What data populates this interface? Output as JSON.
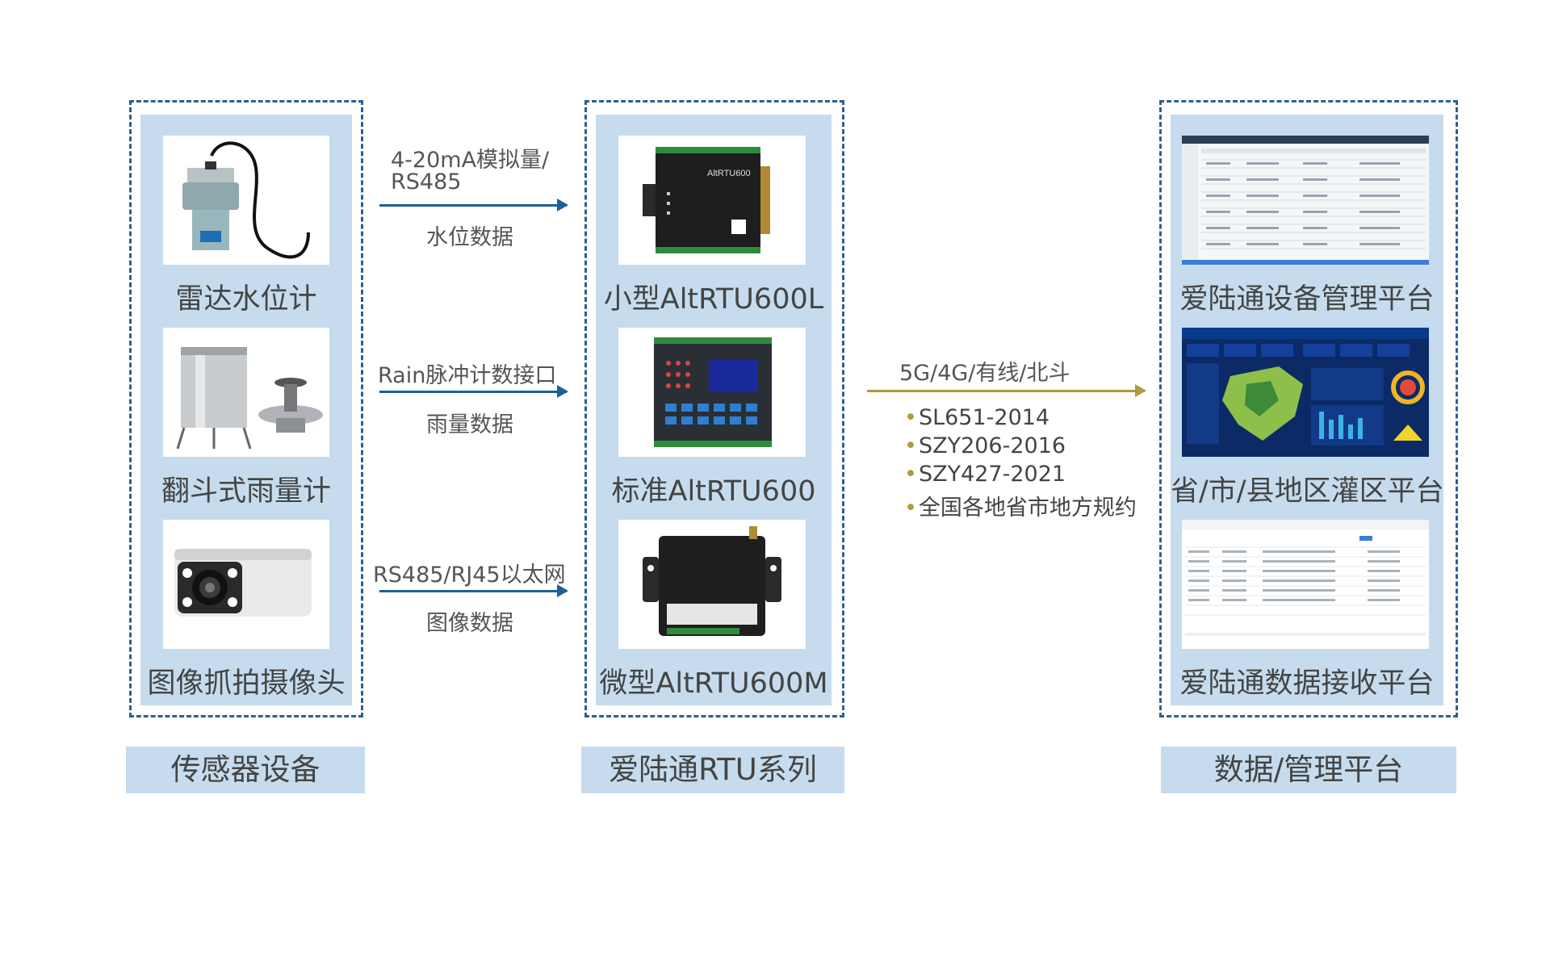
{
  "columns": {
    "sensors": {
      "footer": "传感器设备",
      "items": [
        {
          "label": "雷达水位计",
          "icon": "radar-level-sensor-icon"
        },
        {
          "label": "翻斗式雨量计",
          "icon": "tipping-bucket-rain-gauge-icon"
        },
        {
          "label": "图像抓拍摄像头",
          "icon": "snapshot-camera-icon"
        }
      ]
    },
    "rtu": {
      "footer": "爱陆通RTU系列",
      "items": [
        {
          "label": "小型AltRTU600L",
          "icon": "rtu-small-device-icon"
        },
        {
          "label": "标准AltRTU600",
          "icon": "rtu-standard-device-icon"
        },
        {
          "label": "微型AltRTU600M",
          "icon": "rtu-micro-device-icon"
        }
      ]
    },
    "platforms": {
      "footer": "数据/管理平台",
      "items": [
        {
          "label": "爱陆通设备管理平台",
          "icon": "device-management-screenshot-icon"
        },
        {
          "label": "省/市/县地区灌区平台",
          "icon": "irrigation-dashboard-screenshot-icon"
        },
        {
          "label": "爱陆通数据接收平台",
          "icon": "data-receiving-screenshot-icon"
        }
      ]
    }
  },
  "links": [
    {
      "line1": "4-20mA模拟量/",
      "line2": "RS485",
      "below": "水位数据"
    },
    {
      "line1": "Rain脉冲计数接口",
      "below": "雨量数据"
    },
    {
      "line1": "RS485/RJ45以太网",
      "below": "图像数据"
    }
  ],
  "uplink": {
    "label": "5G/4G/有线/北斗",
    "protocols": [
      "SL651-2014",
      "SZY206-2016",
      "SZY427-2021",
      "全国各地省市地方规约"
    ]
  },
  "colors": {
    "panel": "#c6dcee",
    "dash_border": "#2f5f8c",
    "arrow_blue": "#1f5f97",
    "arrow_gold": "#b09a3a"
  }
}
